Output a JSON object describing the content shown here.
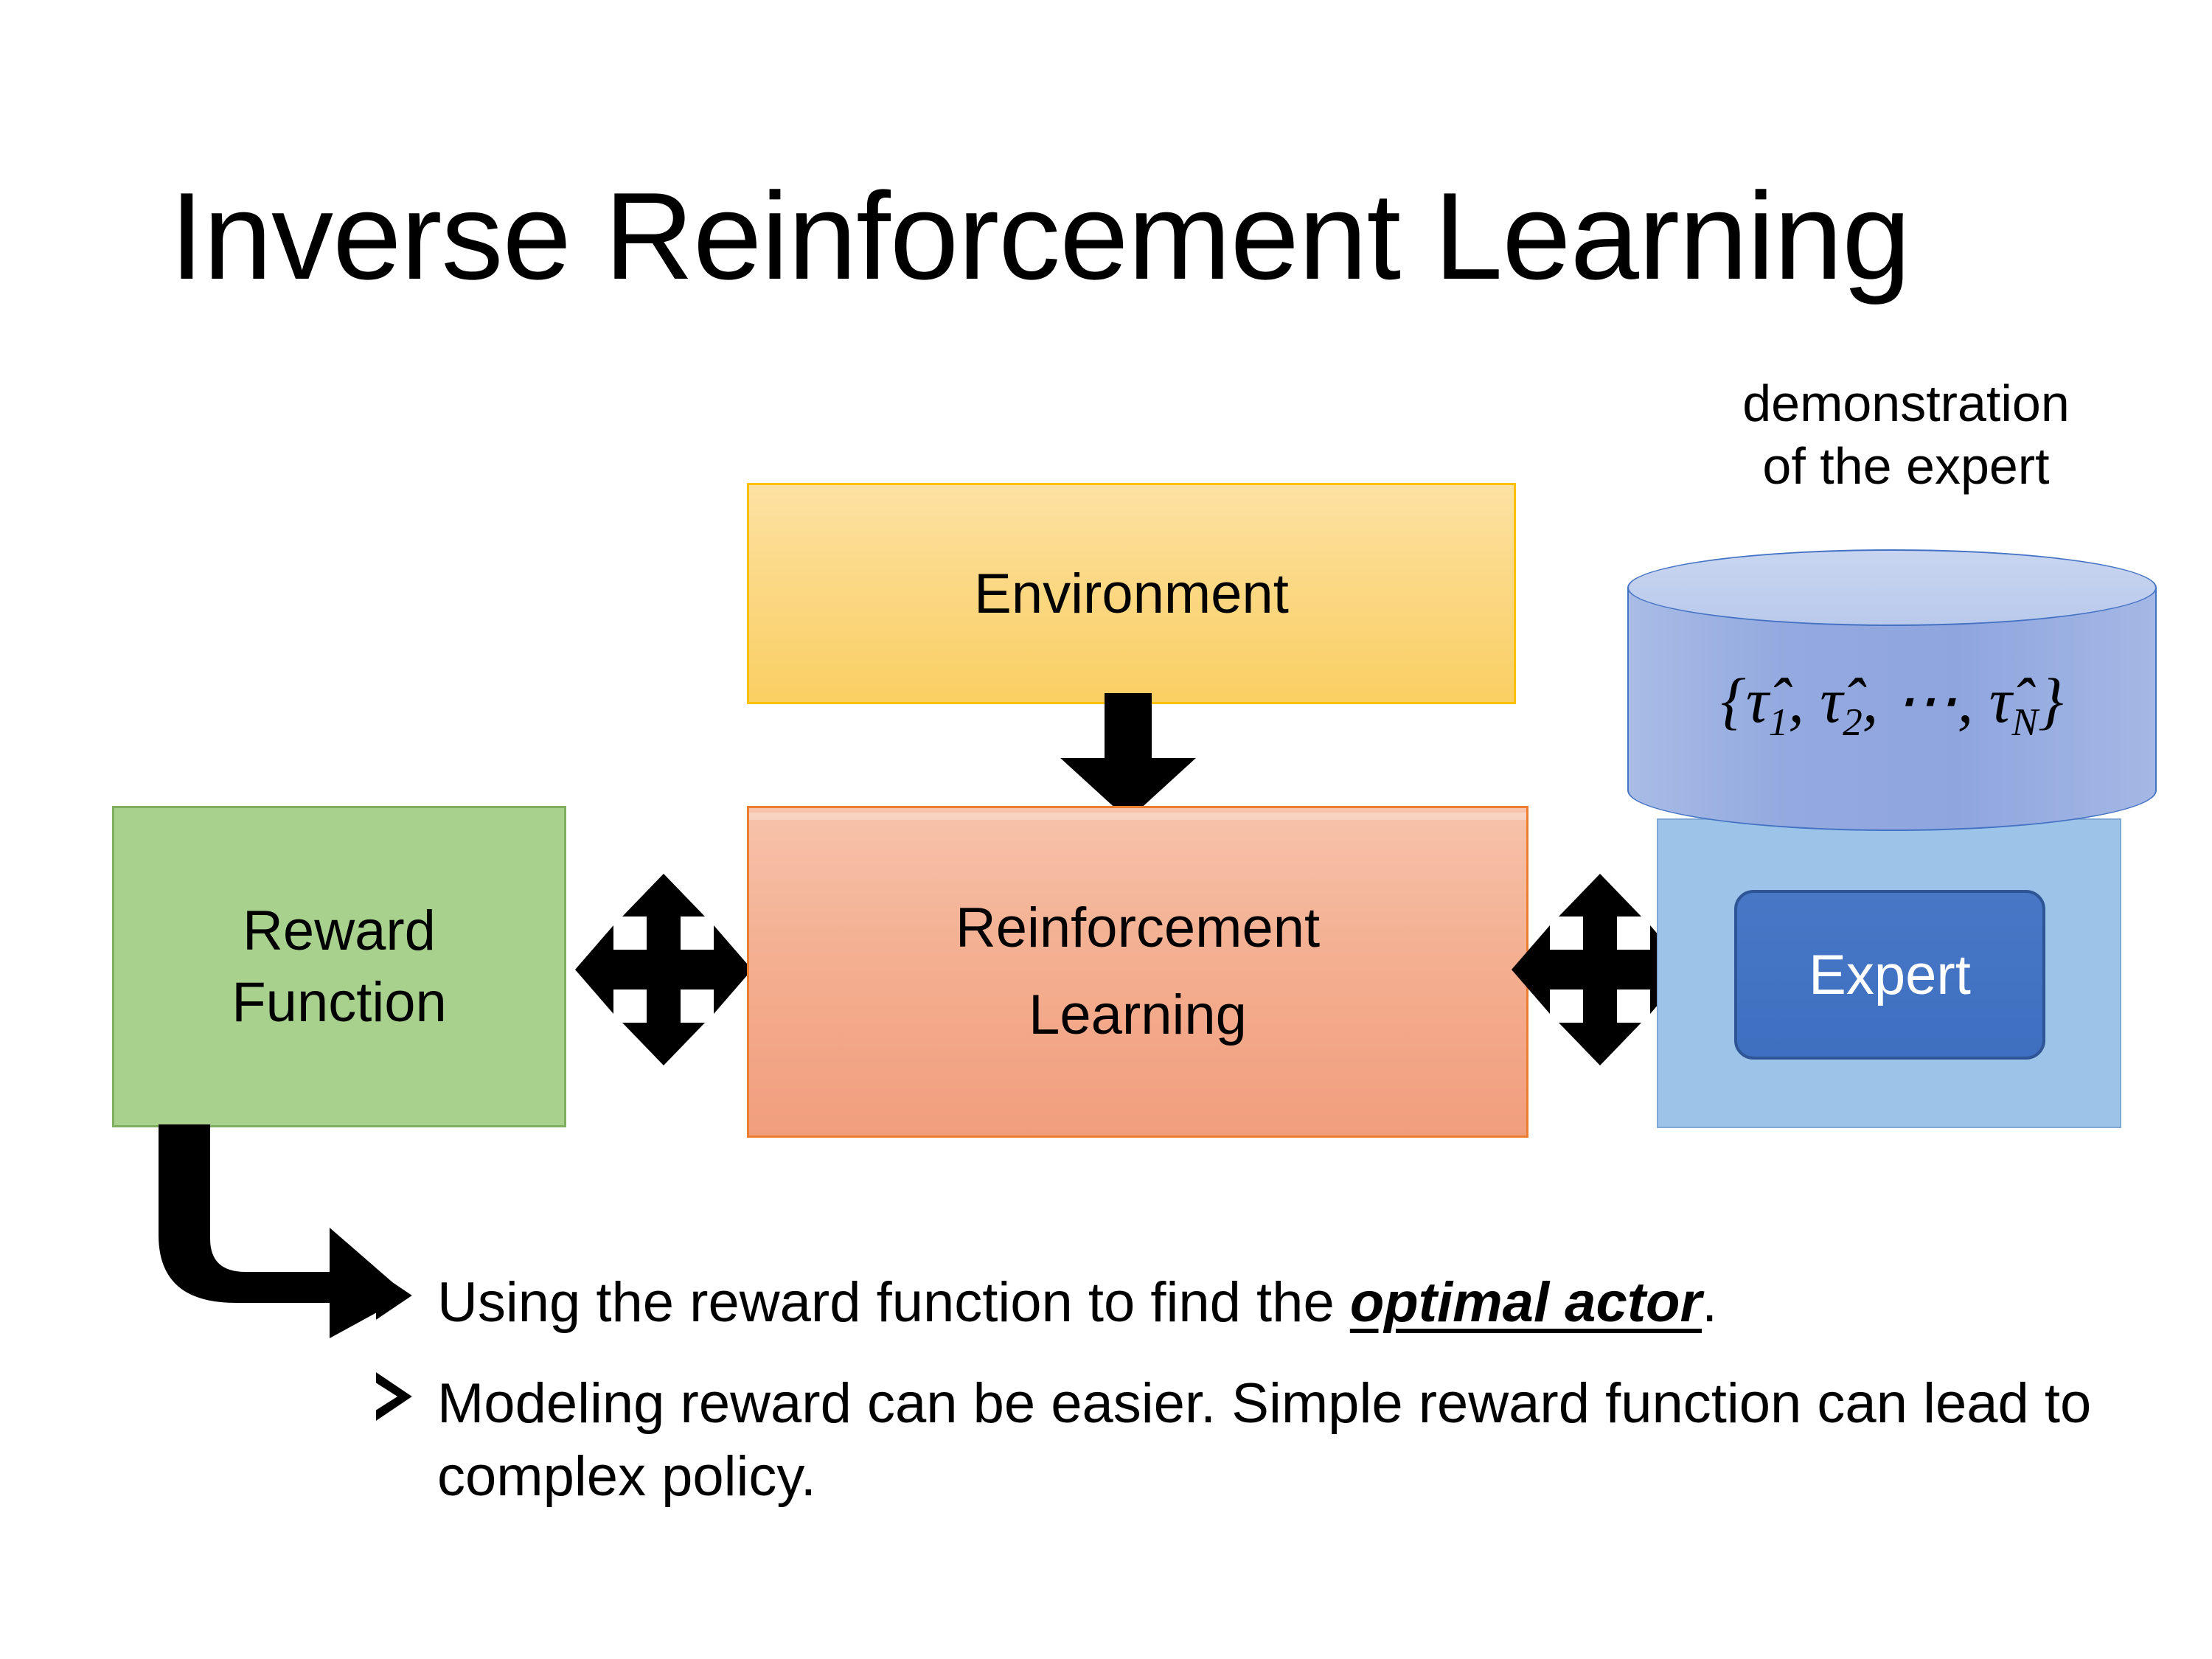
{
  "slide": {
    "title": "Inverse Reinforcement Learning"
  },
  "diagram": {
    "environment_box": {
      "label": "Environment",
      "fill": "#FBD884",
      "border": "#FFC000"
    },
    "reward_box": {
      "line1": "Reward",
      "line2": "Function",
      "fill": "#A9D18E",
      "border": "#7FAE5F"
    },
    "rl_box": {
      "line1": "Reinforcement",
      "line2": "Learning",
      "fill": "#F4B193",
      "border": "#ED7D31"
    },
    "expert_group": {
      "caption_line1": "demonstration",
      "caption_line2": "of the expert",
      "cylinder_formula": "{τ̂1, τ̂2, ⋯, τ̂N}",
      "cylinder_fill": "#93A9DF",
      "cylinder_top_fill": "#C8D5F0",
      "cylinder_border": "#4472C4",
      "panel_fill": "#9CC3E8",
      "expert_label": "Expert",
      "expert_fill": "#4472C4",
      "expert_text_color": "#FFFFFF"
    },
    "connectors": {
      "env_to_rl": "down-arrow",
      "reward_rl": "four-way-arrow",
      "rl_expert": "four-way-arrow",
      "reward_to_bullets": "elbow-arrow",
      "color": "#000000"
    }
  },
  "bullets": [
    {
      "marker": "arrow-bullet-icon",
      "text_before": "Using the reward function to find the ",
      "emphasis": "optimal actor",
      "text_after": "."
    },
    {
      "marker": "arrow-bullet-icon",
      "text_before": "Modeling reward can be easier. Simple reward function can lead to complex policy.",
      "emphasis": "",
      "text_after": ""
    }
  ]
}
